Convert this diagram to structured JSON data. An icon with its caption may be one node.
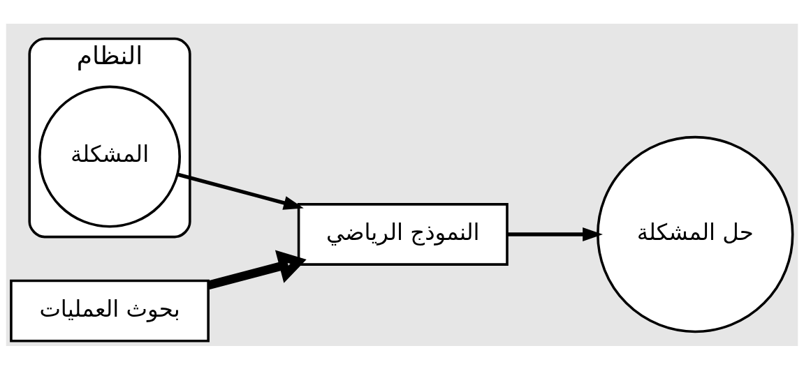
{
  "diagram": {
    "nodes": [
      {
        "text": [
          "النظام"
        ]
      },
      {
        "text": [
          "المشكلة"
        ],
        "in": 0
      },
      {
        "text": [
          "النموذج الرياضي"
        ]
      },
      {
        "text": [
          "حل المشكلة"
        ]
      },
      {
        "text": [
          "بحوث العمليات"
        ]
      }
    ],
    "edges": [
      {
        "from": 1,
        "to": 2,
        "arrow": "to"
      },
      {
        "from": 2,
        "to": 3,
        "arrow": "to"
      },
      {
        "from": 4,
        "to": 2,
        "arrow": "to",
        "style": "thick"
      }
    ]
  }
}
